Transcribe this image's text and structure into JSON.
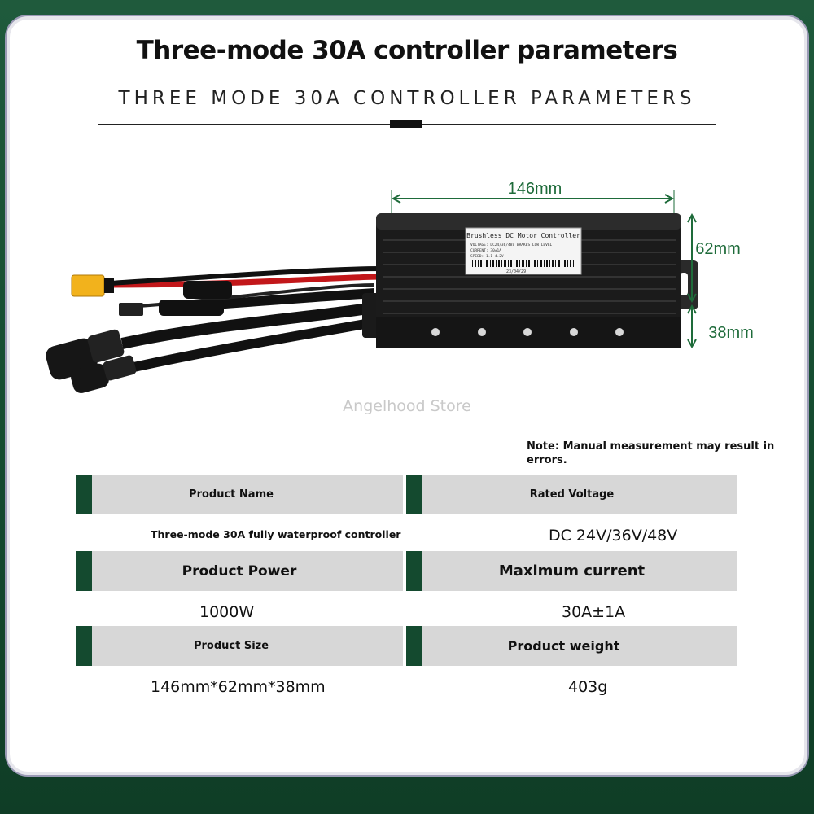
{
  "header": {
    "title": "Three-mode 30A controller parameters",
    "subtitle": "THREE MODE 30A CONTROLLER PARAMETERS"
  },
  "product": {
    "label_lines": [
      "Brushless DC Motor Controller",
      "VOLTAGE: DC24/36/48V  BRAKES LOW LEVEL",
      "CURRENT: 30±1A",
      "SPEED: 1.1-4.2V",
      "23/04/29"
    ],
    "dimensions": {
      "length": "146mm",
      "width": "62mm",
      "height": "38mm"
    },
    "watermark": "Angelhood Store"
  },
  "note": "Note: Manual measurement may result in errors.",
  "specs": {
    "product_name_label": "Product Name",
    "product_name_value": "Three-mode 30A fully waterproof controller",
    "rated_voltage_label": "Rated Voltage",
    "rated_voltage_value": "DC 24V/36V/48V",
    "product_power_label": "Product Power",
    "product_power_value": "1000W",
    "maximum_current_label": "Maximum current",
    "maximum_current_value": "30A±1A",
    "product_size_label": "Product Size",
    "product_size_value": "146mm*62mm*38mm",
    "product_weight_label": "Product weight",
    "product_weight_value": "403g"
  },
  "colors": {
    "accent_green": "#144a2f",
    "header_gray": "#d7d7d7",
    "dimension_green": "#1e6b3a"
  }
}
